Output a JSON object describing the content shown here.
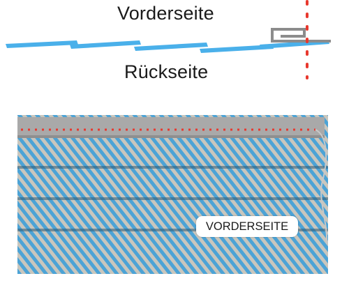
{
  "labels": {
    "front": "Vorderseite",
    "back": "Rückseite",
    "badge": "VORDERSEITE"
  },
  "colors": {
    "fabric_blue": "#4aa6d6",
    "seam_red": "#e8382e",
    "hem_gray": "#a7a7a7"
  },
  "icons": [
    "folded-hem-icon",
    "stitch-line-icon",
    "needle-thread-icon"
  ]
}
